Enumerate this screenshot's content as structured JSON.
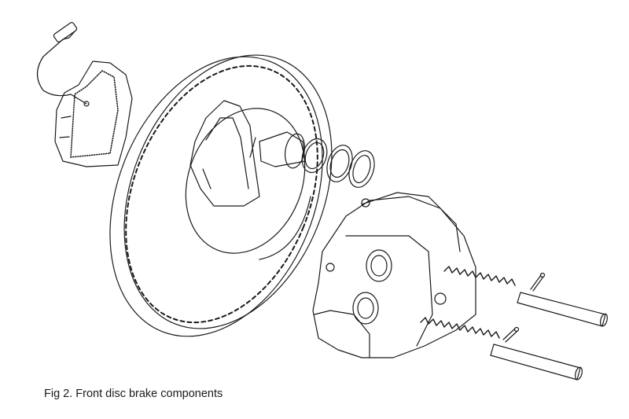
{
  "figure": {
    "caption": "Fig 2. Front disc brake components",
    "components": [
      "brake-pad-with-wear-sensor",
      "brake-disc",
      "inner-brake-pad",
      "caliper-piston",
      "piston-seal-rings",
      "brake-caliper",
      "anti-rattle-springs",
      "pad-retaining-pins",
      "split-pins"
    ]
  },
  "colors": {
    "ink": "#1a1a1a",
    "paper": "#ffffff"
  }
}
